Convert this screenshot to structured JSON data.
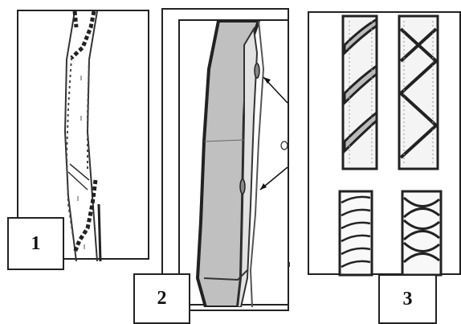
{
  "figure": {
    "panels": [
      {
        "id": "1",
        "label": "1"
      },
      {
        "id": "2",
        "label": "2"
      },
      {
        "id": "3",
        "label": "3"
      }
    ]
  },
  "colors": {
    "ink": "#222222",
    "vessel_fill": "#c8c8c8",
    "vessel_fill_light": "#e6e6e6",
    "background": "#ffffff"
  },
  "icons": {
    "panel_1": "helical-thickening-vessel",
    "panel_2": "pitted-vessel-with-arrows",
    "panel_3": "spiral-and-annular-vessels"
  }
}
